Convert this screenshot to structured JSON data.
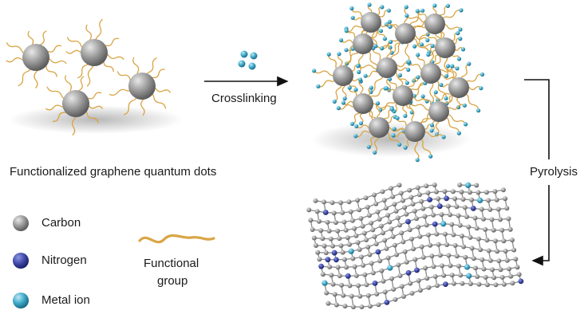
{
  "labels": {
    "crosslinking": "Crosslinking",
    "pyrolysis": "Pyrolysis",
    "gqd_caption": "Functionalized graphene quantum dots"
  },
  "legend": {
    "carbon": "Carbon",
    "nitrogen": "Nitrogen",
    "metal_ion": "Metal ion",
    "functional_group_line1": "Functional",
    "functional_group_line2": "group"
  },
  "colors": {
    "carbon": "#9a9a9a",
    "nitrogen": "#3b46a6",
    "metal_ion": "#3fa9c9",
    "functional_group": "#d9a545"
  }
}
